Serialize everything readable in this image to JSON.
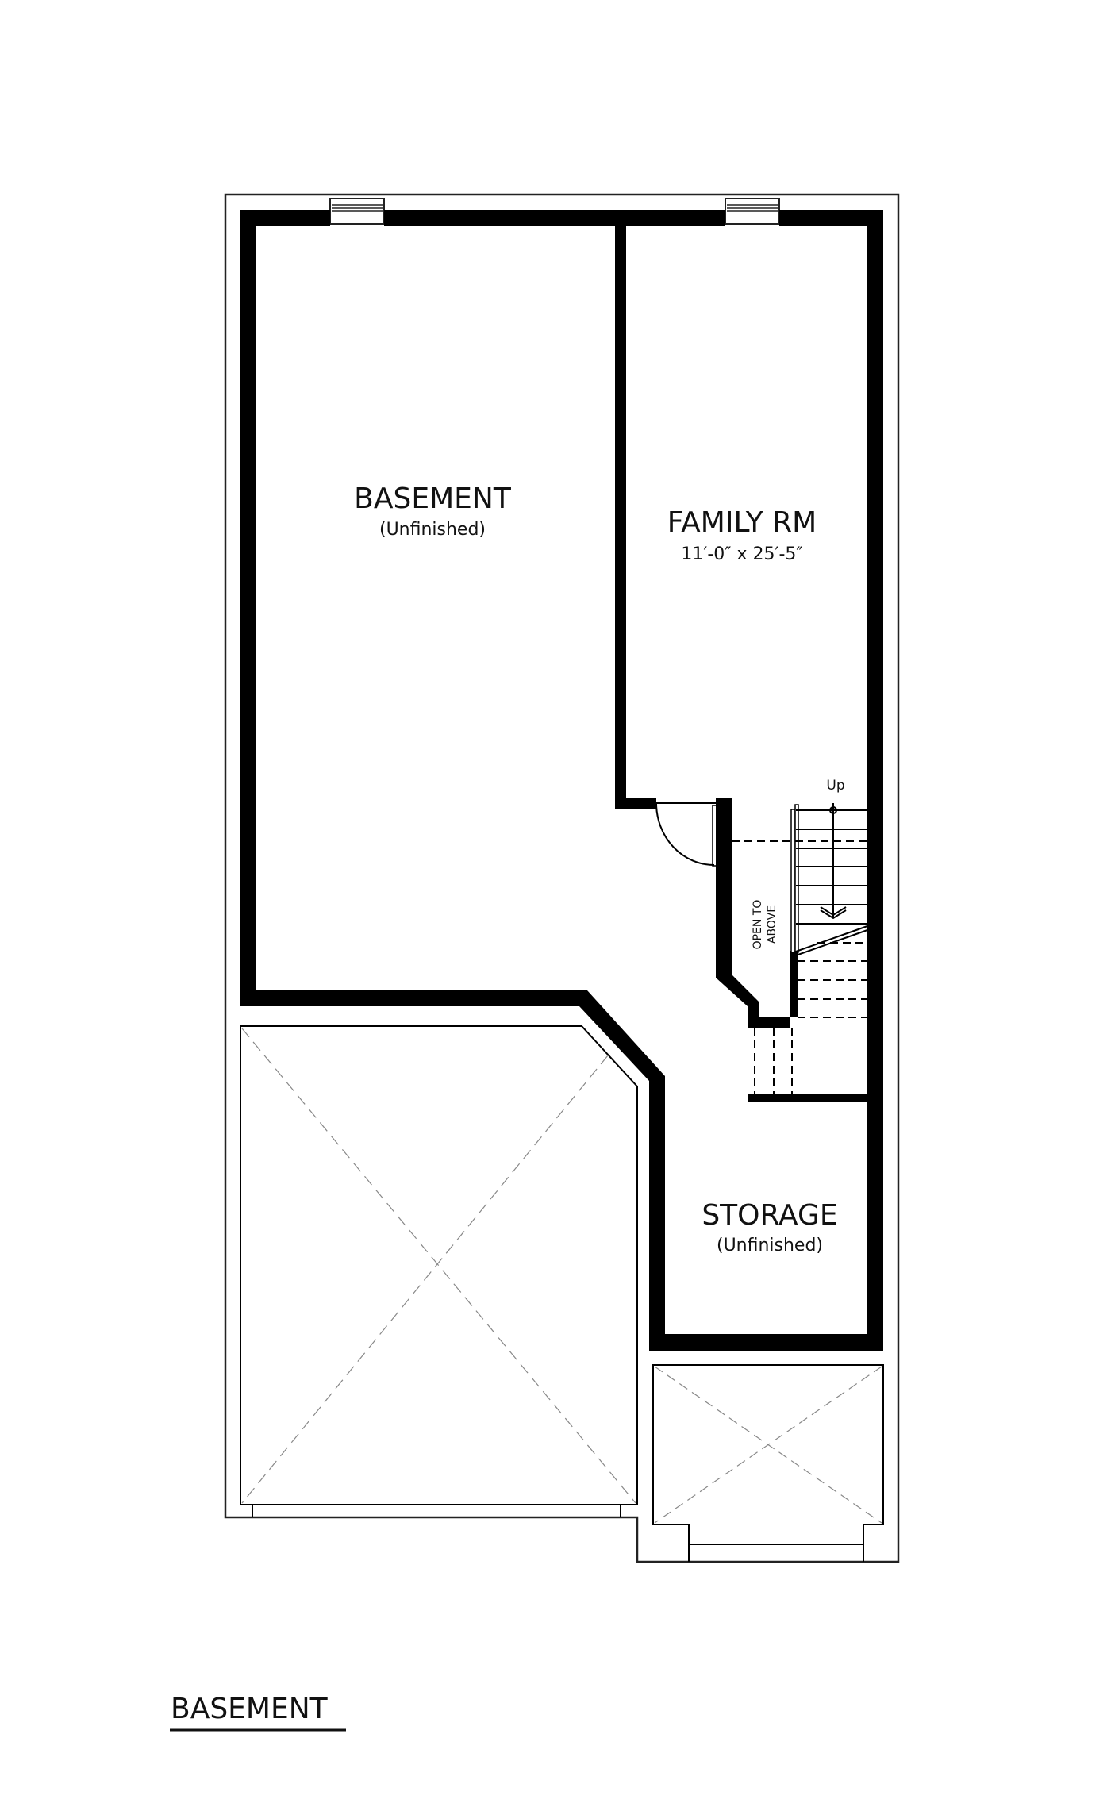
{
  "floor_title": "BASEMENT",
  "rooms": [
    {
      "id": "basement",
      "name": "BASEMENT",
      "note": "(Unfinished)"
    },
    {
      "id": "family-rm",
      "name": "FAMILY RM",
      "dimensions": "11′-0″ x 25′-5″"
    },
    {
      "id": "storage",
      "name": "STORAGE",
      "note": "(Unfinished)"
    }
  ],
  "annotations": {
    "stair_direction": "Up",
    "open_to_above_line1": "OPEN TO",
    "open_to_above_line2": "ABOVE"
  },
  "colors": {
    "wall": "#000000",
    "outline": "#222222",
    "dashed": "#888888",
    "background": "#ffffff"
  }
}
